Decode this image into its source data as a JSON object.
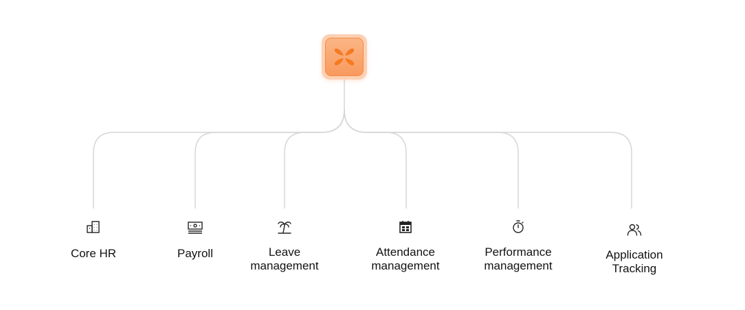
{
  "brand": {
    "logo_icon": "butterfly-logo-icon",
    "accent_color": "#f57a22",
    "tile_color": "#fcd0b3"
  },
  "line_color": "#d6d6d6",
  "modules": [
    {
      "icon": "building-icon",
      "label_lines": [
        "Core HR"
      ]
    },
    {
      "icon": "banknote-icon",
      "label_lines": [
        "Payroll"
      ]
    },
    {
      "icon": "palm-tree-icon",
      "label_lines": [
        "Leave",
        "management"
      ]
    },
    {
      "icon": "calendar-icon",
      "label_lines": [
        "Attendance",
        "management"
      ]
    },
    {
      "icon": "stopwatch-icon",
      "label_lines": [
        "Performance",
        "management"
      ]
    },
    {
      "icon": "users-icon",
      "label_lines": [
        "Application",
        "Tracking"
      ]
    }
  ]
}
